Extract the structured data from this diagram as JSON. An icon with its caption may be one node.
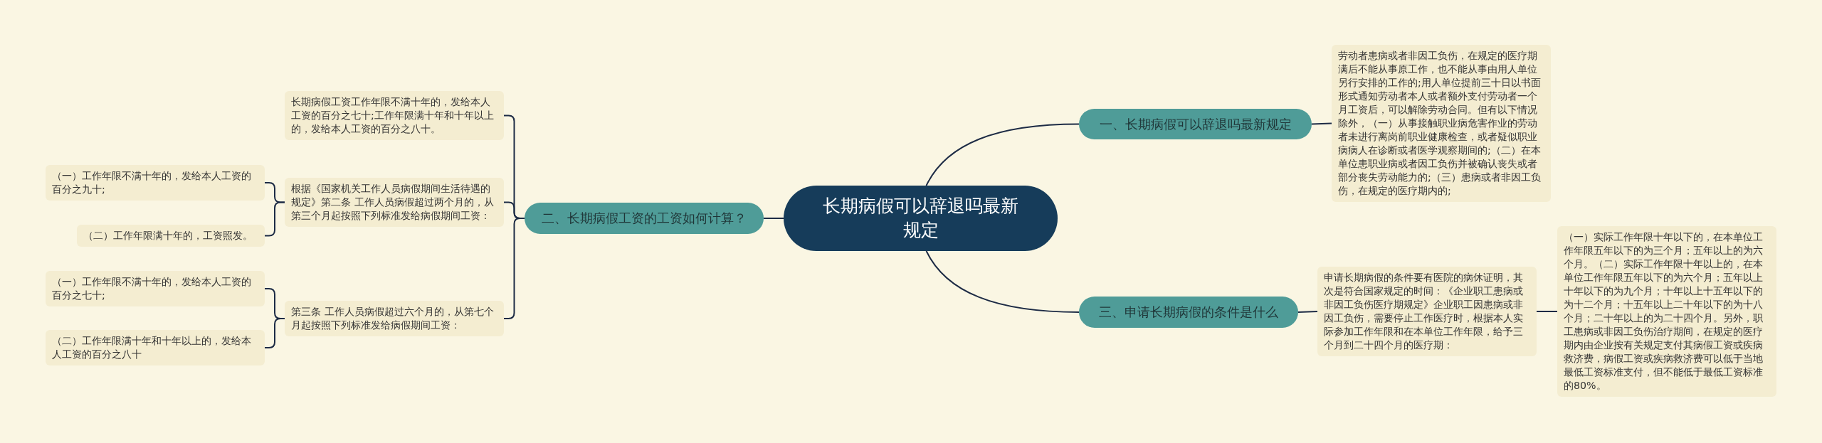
{
  "diagram": {
    "nodes": [
      {
        "text": [
          "长期病假可以辞退吗最新规定"
        ]
      },
      {
        "text": [
          "一、长期病假可以辞退吗最新规定"
        ]
      },
      {
        "text": [
          "劳动者患病或者非因工负伤，在规定的医疗期满后不能从事原工作，也不能从事由用人单位另行安排的工作的;用人单位提前三十日以书面形式通知劳动者本人或者额外支付劳动者一个月工资后，可以解除劳动合同。但有以下情况除外，（一）从事接触职业病危害作业的劳动者未进行离岗前职业健康检查，或者疑似职业病病人在诊断或者医学观察期间的;（二）在本单位患职业病或者因工负伤并被确认丧失或者部分丧失劳动能力的;（三）患病或者非因工负伤，在规定的医疗期内的;"
        ]
      },
      {
        "text": [
          "二、长期病假工资的工资如何计算？"
        ]
      },
      {
        "text": [
          "长期病假工资工作年限不满十年的，发给本人工资的百分之七十;工作年限满十年和十年以上的，发给本人工资的百分之八十。"
        ]
      },
      {
        "text": [
          "根据《国家机关工作人员病假期间生活待遇的规定》第二条 工作人员病假超过两个月的，从第三个月起按照下列标准发给病假期间工资："
        ]
      },
      {
        "text": [
          "（一）工作年限不满十年的，发给本人工资的百分之九十;"
        ]
      },
      {
        "text": [
          "（二）工作年限满十年的，工资照发。"
        ]
      },
      {
        "text": [
          "第三条 工作人员病假超过六个月的，从第七个月起按照下列标准发给病假期间工资："
        ]
      },
      {
        "text": [
          "（一）工作年限不满十年的，发给本人工资的百分之七十;"
        ]
      },
      {
        "text": [
          "（二）工作年限满十年和十年以上的，发给本人工资的百分之八十"
        ]
      },
      {
        "text": [
          "三、申请长期病假的条件是什么"
        ]
      },
      {
        "text": [
          "申请长期病假的条件要有医院的病休证明，其次是符合国家规定的时间：《企业职工患病或非因工负伤医疗期规定》企业职工因患病或非因工负伤，需要停止工作医疗时，根据本人实际参加工作年限和在本单位工作年限，给予三个月到二十四个月的医疗期："
        ]
      },
      {
        "text": [
          "（一）实际工作年限十年以下的，在本单位工作年限五年以下的为三个月；五年以上的为六个月。（二）实际工作年限十年以上的，在本单位工作年限五年以下的为六个月；五年以上十年以下的为九个月；十年以上十五年以下的为十二个月；十五年以上二十年以下的为十八个月；二十年以上的为二十四个月。另外，职工患病或非因工负伤治疗期间，在规定的医疗期内由企业按有关规定支付其病假工资或疾病救济费，病假工资或疾病救济费可以低于当地最低工资标准支付，但不能低于最低工资标准的80%。"
        ]
      }
    ],
    "edges": [
      {
        "from": 0,
        "to": 1,
        "arrow": "none"
      },
      {
        "from": 1,
        "to": 2,
        "arrow": "none"
      },
      {
        "from": 0,
        "to": 3,
        "arrow": "none"
      },
      {
        "from": 3,
        "to": 4,
        "arrow": "none"
      },
      {
        "from": 3,
        "to": 5,
        "arrow": "none"
      },
      {
        "from": 5,
        "to": 6,
        "arrow": "none"
      },
      {
        "from": 5,
        "to": 7,
        "arrow": "none"
      },
      {
        "from": 3,
        "to": 8,
        "arrow": "none"
      },
      {
        "from": 8,
        "to": 9,
        "arrow": "none"
      },
      {
        "from": 8,
        "to": 10,
        "arrow": "none"
      },
      {
        "from": 0,
        "to": 11,
        "arrow": "none"
      },
      {
        "from": 11,
        "to": 12,
        "arrow": "none"
      },
      {
        "from": 12,
        "to": 13,
        "arrow": "none"
      }
    ]
  }
}
